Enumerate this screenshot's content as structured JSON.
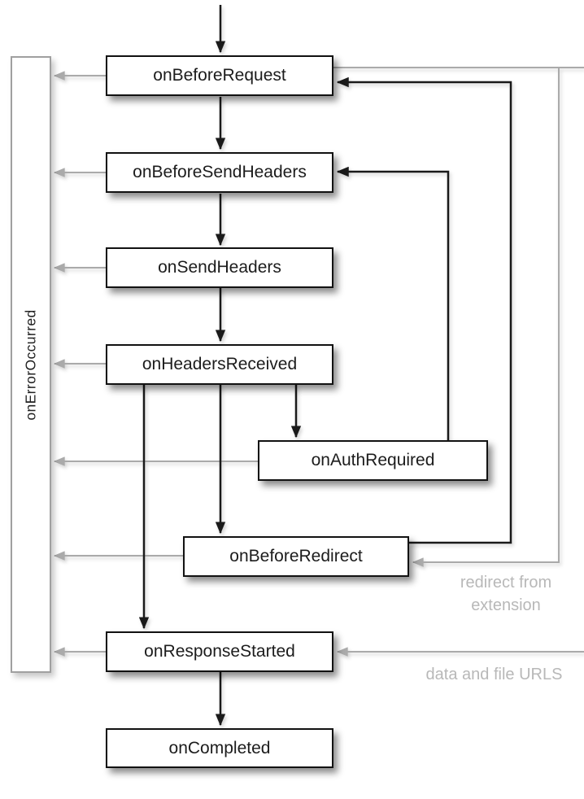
{
  "diagram": {
    "nodes": [
      {
        "id": "onBeforeRequest",
        "label": "onBeforeRequest"
      },
      {
        "id": "onBeforeSendHeaders",
        "label": "onBeforeSendHeaders"
      },
      {
        "id": "onSendHeaders",
        "label": "onSendHeaders"
      },
      {
        "id": "onHeadersReceived",
        "label": "onHeadersReceived"
      },
      {
        "id": "onAuthRequired",
        "label": "onAuthRequired"
      },
      {
        "id": "onBeforeRedirect",
        "label": "onBeforeRedirect"
      },
      {
        "id": "onResponseStarted",
        "label": "onResponseStarted"
      },
      {
        "id": "onCompleted",
        "label": "onCompleted"
      }
    ],
    "error_bar": {
      "label": "onErrorOccurred"
    },
    "annotations": [
      {
        "id": "redirect-from-extension",
        "text": "redirect from extension"
      },
      {
        "id": "data-and-file-urls",
        "text": "data and file URLS"
      }
    ],
    "edges": [
      "start -> onBeforeRequest",
      "onBeforeRequest -> onBeforeSendHeaders",
      "onBeforeSendHeaders -> onSendHeaders",
      "onSendHeaders -> onHeadersReceived",
      "onHeadersReceived -> onAuthRequired",
      "onHeadersReceived -> onBeforeRedirect",
      "onHeadersReceived -> onResponseStarted",
      "onResponseStarted -> onCompleted",
      "onAuthRequired -> onBeforeSendHeaders",
      "onBeforeRedirect -> onBeforeRequest",
      "onBeforeRequest -> onBeforeRedirect (redirect from extension)",
      "offscreen-right -> onResponseStarted (data and file URLS)",
      "onBeforeRequest -> onErrorOccurred",
      "onBeforeSendHeaders -> onErrorOccurred",
      "onSendHeaders -> onErrorOccurred",
      "onHeadersReceived -> onErrorOccurred",
      "onAuthRequired -> onErrorOccurred",
      "onBeforeRedirect -> onErrorOccurred",
      "onResponseStarted -> onErrorOccurred"
    ],
    "colors": {
      "box_border": "#121212",
      "box_fill": "#ffffff",
      "black_line": "#1a1a1a",
      "gray_line": "#aaaaaa",
      "gray_text": "#b8b8b8",
      "bar_border": "#a0a0a0"
    }
  }
}
